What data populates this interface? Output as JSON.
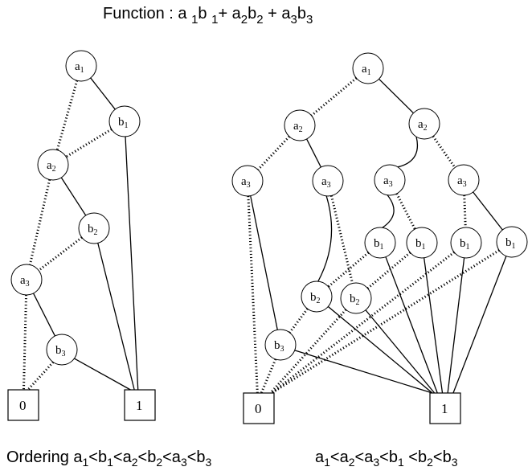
{
  "title": {
    "text": "Function : a",
    "parts": [
      "Function : a ",
      "1",
      "b ",
      "1",
      "+  a",
      "2",
      "b",
      "2",
      " + a",
      "3",
      "b",
      "3"
    ]
  },
  "captions": {
    "left": [
      "Ordering a",
      "1",
      "<b",
      "1",
      "<a",
      "2",
      "<b",
      "2",
      "<a",
      "3",
      "<b",
      "3"
    ],
    "right": [
      "a",
      "1",
      "<a",
      "2",
      "<a",
      "3",
      "<b",
      "1",
      " <b",
      "2",
      "<b",
      "3"
    ]
  },
  "diagrams": [
    {
      "id": "left",
      "nodes": [
        {
          "id": "L_a1",
          "var": "a",
          "sub": "1"
        },
        {
          "id": "L_b1",
          "var": "b",
          "sub": "1"
        },
        {
          "id": "L_a2",
          "var": "a",
          "sub": "2"
        },
        {
          "id": "L_b2",
          "var": "b",
          "sub": "2"
        },
        {
          "id": "L_a3",
          "var": "a",
          "sub": "3"
        },
        {
          "id": "L_b3",
          "var": "b",
          "sub": "3"
        }
      ],
      "terminals": [
        {
          "id": "L_0",
          "label": "0"
        },
        {
          "id": "L_1",
          "label": "1"
        }
      ],
      "edges": [
        {
          "from": "L_a1",
          "to": "L_b1",
          "style": "solid"
        },
        {
          "from": "L_a1",
          "to": "L_a2",
          "style": "dotted"
        },
        {
          "from": "L_b1",
          "to": "L_1",
          "style": "solid"
        },
        {
          "from": "L_b1",
          "to": "L_a2",
          "style": "dotted"
        },
        {
          "from": "L_a2",
          "to": "L_b2",
          "style": "solid"
        },
        {
          "from": "L_a2",
          "to": "L_a3",
          "style": "dotted"
        },
        {
          "from": "L_b2",
          "to": "L_1",
          "style": "solid"
        },
        {
          "from": "L_b2",
          "to": "L_a3",
          "style": "dotted"
        },
        {
          "from": "L_a3",
          "to": "L_b3",
          "style": "solid"
        },
        {
          "from": "L_a3",
          "to": "L_0",
          "style": "dotted"
        },
        {
          "from": "L_b3",
          "to": "L_1",
          "style": "solid"
        },
        {
          "from": "L_b3",
          "to": "L_0",
          "style": "dotted"
        }
      ]
    },
    {
      "id": "right",
      "nodes": [
        {
          "id": "R_a1",
          "var": "a",
          "sub": "1"
        },
        {
          "id": "R_a2L",
          "var": "a",
          "sub": "2"
        },
        {
          "id": "R_a2R",
          "var": "a",
          "sub": "2"
        },
        {
          "id": "R_a3_1",
          "var": "a",
          "sub": "3"
        },
        {
          "id": "R_a3_2",
          "var": "a",
          "sub": "3"
        },
        {
          "id": "R_a3_3",
          "var": "a",
          "sub": "3"
        },
        {
          "id": "R_a3_4",
          "var": "a",
          "sub": "3"
        },
        {
          "id": "R_b1_1",
          "var": "b",
          "sub": "1"
        },
        {
          "id": "R_b1_2",
          "var": "b",
          "sub": "1"
        },
        {
          "id": "R_b1_3",
          "var": "b",
          "sub": "1"
        },
        {
          "id": "R_b1_4",
          "var": "b",
          "sub": "1"
        },
        {
          "id": "R_b2_1",
          "var": "b",
          "sub": "2"
        },
        {
          "id": "R_b2_2",
          "var": "b",
          "sub": "2"
        },
        {
          "id": "R_b3",
          "var": "b",
          "sub": "3"
        }
      ],
      "terminals": [
        {
          "id": "R_0",
          "label": "0"
        },
        {
          "id": "R_1",
          "label": "1"
        }
      ],
      "edges": [
        {
          "from": "R_a1",
          "to": "R_a2L",
          "style": "dotted"
        },
        {
          "from": "R_a1",
          "to": "R_a2R",
          "style": "solid"
        },
        {
          "from": "R_a2L",
          "to": "R_a3_1",
          "style": "dotted"
        },
        {
          "from": "R_a2L",
          "to": "R_a3_2",
          "style": "solid"
        },
        {
          "from": "R_a2R",
          "to": "R_a3_3",
          "style": "solid",
          "curve": true
        },
        {
          "from": "R_a2R",
          "to": "R_a3_4",
          "style": "dotted"
        },
        {
          "from": "R_a3_1",
          "to": "R_0",
          "style": "dotted"
        },
        {
          "from": "R_a3_1",
          "to": "R_b3",
          "style": "solid"
        },
        {
          "from": "R_a3_2",
          "to": "R_b2_2",
          "style": "dotted"
        },
        {
          "from": "R_a3_2",
          "to": "R_b2_1",
          "style": "solid",
          "curve": true
        },
        {
          "from": "R_a3_3",
          "to": "R_b1_2",
          "style": "dotted"
        },
        {
          "from": "R_a3_3",
          "to": "R_b1_1",
          "style": "solid",
          "curve": true
        },
        {
          "from": "R_a3_4",
          "to": "R_b1_3",
          "style": "dotted"
        },
        {
          "from": "R_a3_4",
          "to": "R_b1_4",
          "style": "solid"
        },
        {
          "from": "R_b1_1",
          "to": "R_1",
          "style": "solid"
        },
        {
          "from": "R_b1_1",
          "to": "R_b2_1",
          "style": "dotted"
        },
        {
          "from": "R_b1_2",
          "to": "R_1",
          "style": "solid"
        },
        {
          "from": "R_b1_2",
          "to": "R_b2_2",
          "style": "dotted"
        },
        {
          "from": "R_b1_3",
          "to": "R_1",
          "style": "solid"
        },
        {
          "from": "R_b1_3",
          "to": "R_0",
          "style": "dotted"
        },
        {
          "from": "R_b1_4",
          "to": "R_1",
          "style": "solid"
        },
        {
          "from": "R_b1_4",
          "to": "R_0",
          "style": "dotted"
        },
        {
          "from": "R_b2_1",
          "to": "R_1",
          "style": "solid"
        },
        {
          "from": "R_b2_1",
          "to": "R_b3",
          "style": "dotted"
        },
        {
          "from": "R_b2_2",
          "to": "R_1",
          "style": "solid"
        },
        {
          "from": "R_b2_2",
          "to": "R_0",
          "style": "dotted"
        },
        {
          "from": "R_b3",
          "to": "R_1",
          "style": "solid"
        },
        {
          "from": "R_b3",
          "to": "R_0",
          "style": "dotted"
        }
      ]
    }
  ]
}
